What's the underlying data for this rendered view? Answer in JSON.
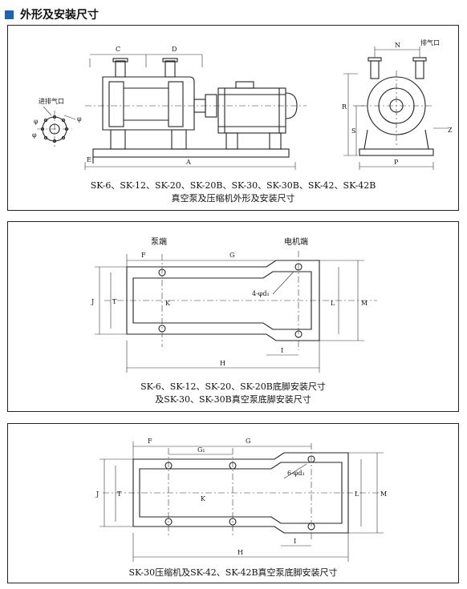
{
  "header": {
    "title": "外形及安装尺寸"
  },
  "panel1": {
    "caption_line1": "SK-6、SK-12、SK-20、SK-20B、SK-30、SK-30B、SK-42、SK-42B",
    "caption_line2": "真空泵及压缩机外形及安装尺寸",
    "labels": {
      "inlet": "进排气口",
      "outlet": "排气口",
      "C": "C",
      "D": "D",
      "N": "N",
      "R": "R",
      "S": "S",
      "Z": "Z",
      "A": "A",
      "P": "P",
      "E": "E",
      "phi": "φ"
    }
  },
  "panel2": {
    "pump_end": "泵端",
    "motor_end": "电机端",
    "caption_line1": "SK-6、SK-12、SK-20、SK-20B底脚安装尺寸",
    "caption_line2": "及SK-30、SK-30B真空泵底脚安装尺寸",
    "labels": {
      "F": "F",
      "G": "G",
      "H": "H",
      "I": "I",
      "J": "J",
      "T": "T",
      "K": "K",
      "L": "L",
      "M": "M",
      "hole": "4-φd₁"
    }
  },
  "panel3": {
    "caption": "SK-30压缩机及SK-42、SK-42B真空泵底脚安装尺寸",
    "labels": {
      "F": "F",
      "G1": "G₁",
      "G": "G",
      "H": "H",
      "I": "I",
      "J": "J",
      "T": "T",
      "K": "K",
      "L": "L",
      "M": "M",
      "hole": "6-φd₁"
    }
  }
}
